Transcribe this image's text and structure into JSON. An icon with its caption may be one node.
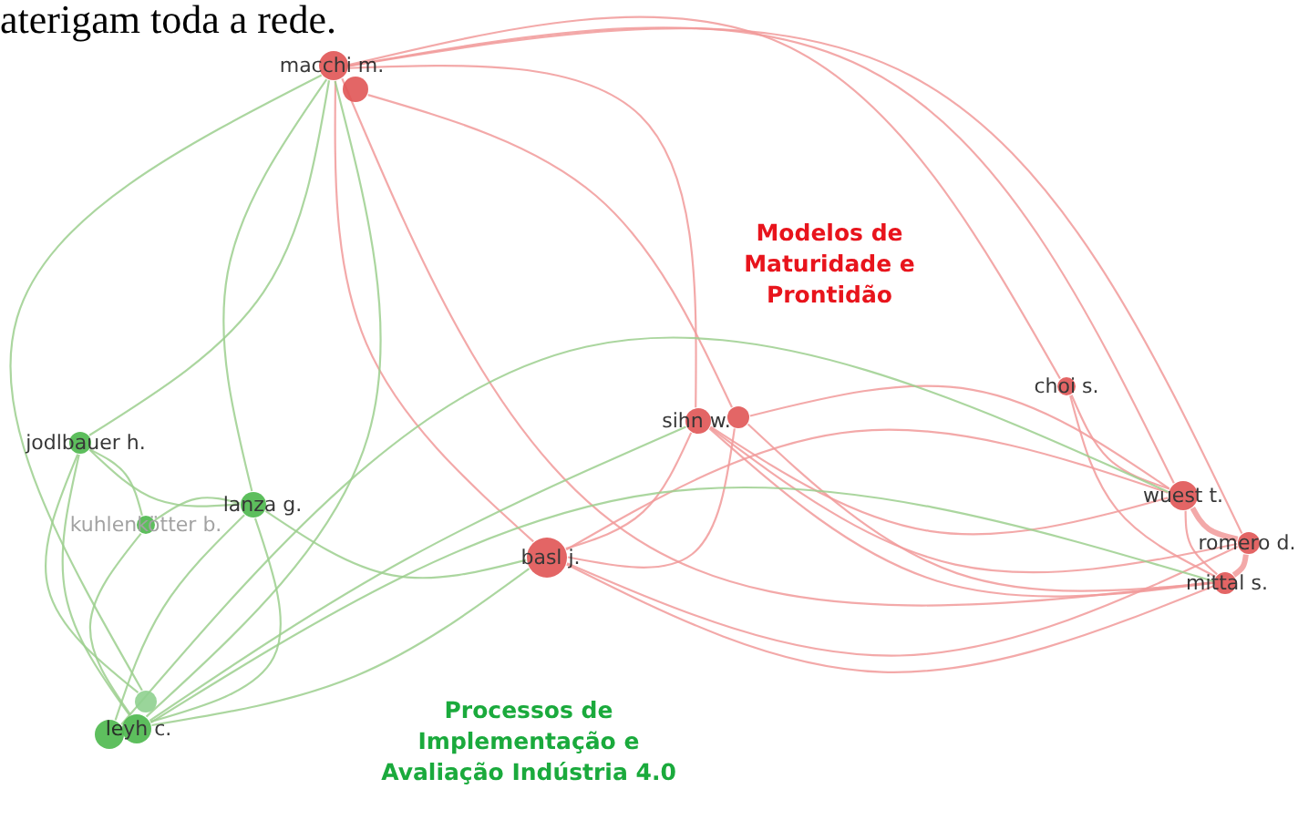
{
  "diagram": {
    "nodes": [
      {
        "text": [
          "macchi m."
        ]
      },
      {
        "text": [],
        "shape": "circle"
      },
      {
        "text": [
          "jodlbauer h."
        ]
      },
      {
        "text": [
          "sihn w."
        ]
      },
      {
        "text": [],
        "shape": "circle"
      },
      {
        "text": [
          "choi s."
        ]
      },
      {
        "text": [
          "lanza g."
        ]
      },
      {
        "text": [
          "kuhlenkötter b."
        ]
      },
      {
        "text": [
          "wuest t."
        ]
      },
      {
        "text": [
          "basl j."
        ]
      },
      {
        "text": [
          "romero d."
        ]
      },
      {
        "text": [
          "mittal s."
        ]
      },
      {
        "text": [],
        "shape": "circle"
      },
      {
        "text": [],
        "shape": "circle"
      },
      {
        "text": [
          "leyh c."
        ]
      }
    ],
    "edges": [
      {
        "from": 0,
        "to": 3,
        "arrow": "none"
      },
      {
        "from": 0,
        "to": 8,
        "arrow": "none"
      },
      {
        "from": 0,
        "to": 10,
        "arrow": "none"
      },
      {
        "from": 0,
        "to": 11,
        "arrow": "none"
      },
      {
        "from": 0,
        "to": 9,
        "arrow": "none"
      },
      {
        "from": 0,
        "to": 5,
        "arrow": "none"
      },
      {
        "from": 1,
        "to": 4,
        "arrow": "none"
      },
      {
        "from": 3,
        "to": 8,
        "arrow": "none"
      },
      {
        "from": 3,
        "to": 10,
        "arrow": "none"
      },
      {
        "from": 3,
        "to": 11,
        "arrow": "none"
      },
      {
        "from": 4,
        "to": 8,
        "arrow": "none"
      },
      {
        "from": 4,
        "to": 11,
        "arrow": "none"
      },
      {
        "from": 9,
        "to": 8,
        "arrow": "none"
      },
      {
        "from": 9,
        "to": 11,
        "arrow": "none"
      },
      {
        "from": 9,
        "to": 10,
        "arrow": "none"
      },
      {
        "from": 9,
        "to": 3,
        "arrow": "none"
      },
      {
        "from": 9,
        "to": 4,
        "arrow": "none"
      },
      {
        "from": 5,
        "to": 8,
        "arrow": "none"
      },
      {
        "from": 5,
        "to": 11,
        "arrow": "none"
      },
      {
        "from": 8,
        "to": 10,
        "arrow": "none",
        "style": "thick"
      },
      {
        "from": 10,
        "to": 11,
        "arrow": "none",
        "style": "thick"
      },
      {
        "from": 8,
        "to": 11,
        "arrow": "none"
      },
      {
        "from": 14,
        "to": 6,
        "arrow": "none",
        "color": "#9ccf8e"
      },
      {
        "from": 14,
        "to": 2,
        "arrow": "none",
        "color": "#9ccf8e"
      },
      {
        "from": 14,
        "to": 7,
        "arrow": "none",
        "color": "#9ccf8e"
      },
      {
        "from": 14,
        "to": 9,
        "arrow": "none",
        "color": "#9ccf8e"
      },
      {
        "from": 14,
        "to": 3,
        "arrow": "none",
        "color": "#9ccf8e"
      },
      {
        "from": 14,
        "to": 0,
        "arrow": "none",
        "color": "#9ccf8e"
      },
      {
        "from": 13,
        "to": 6,
        "arrow": "none",
        "color": "#9ccf8e"
      },
      {
        "from": 12,
        "to": 2,
        "arrow": "none",
        "color": "#9ccf8e"
      },
      {
        "from": 12,
        "to": 0,
        "arrow": "none",
        "color": "#9ccf8e"
      },
      {
        "from": 2,
        "to": 6,
        "arrow": "none",
        "color": "#9ccf8e"
      },
      {
        "from": 2,
        "to": 7,
        "arrow": "none",
        "color": "#9ccf8e"
      },
      {
        "from": 6,
        "to": 9,
        "arrow": "none",
        "color": "#9ccf8e"
      },
      {
        "from": 7,
        "to": 6,
        "arrow": "none",
        "color": "#9ccf8e"
      },
      {
        "from": 13,
        "to": 8,
        "arrow": "none",
        "color": "#9ccf8e"
      },
      {
        "from": 14,
        "to": 11,
        "arrow": "none",
        "color": "#9ccf8e"
      },
      {
        "from": 2,
        "to": 0,
        "arrow": "none",
        "color": "#9ccf8e"
      },
      {
        "from": 6,
        "to": 0,
        "arrow": "none",
        "color": "#9ccf8e"
      }
    ],
    "labels": [
      "aterigam toda a rede.",
      "Modelos de Maturidade e Prontidão",
      "Processos de Implementação e Avaliação Indústria 4.0"
    ]
  }
}
